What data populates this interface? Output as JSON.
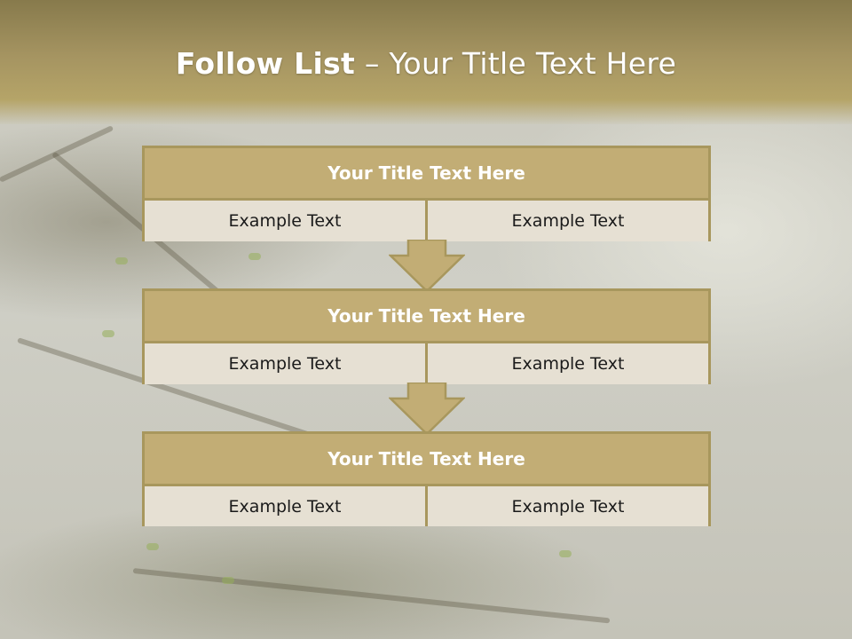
{
  "slide": {
    "title_bold": "Follow List",
    "title_rest": " – Your Title Text Here"
  },
  "steps": [
    {
      "title": "Your Title Text Here",
      "left": "Example Text",
      "right": "Example Text"
    },
    {
      "title": "Your Title Text Here",
      "left": "Example Text",
      "right": "Example Text"
    },
    {
      "title": "Your Title Text Here",
      "left": "Example Text",
      "right": "Example Text"
    }
  ],
  "colors": {
    "accent": "#c2ad75",
    "border": "#a8975d",
    "cell_bg": "#e6e0d3"
  },
  "icons": [
    "down-arrow-icon"
  ]
}
